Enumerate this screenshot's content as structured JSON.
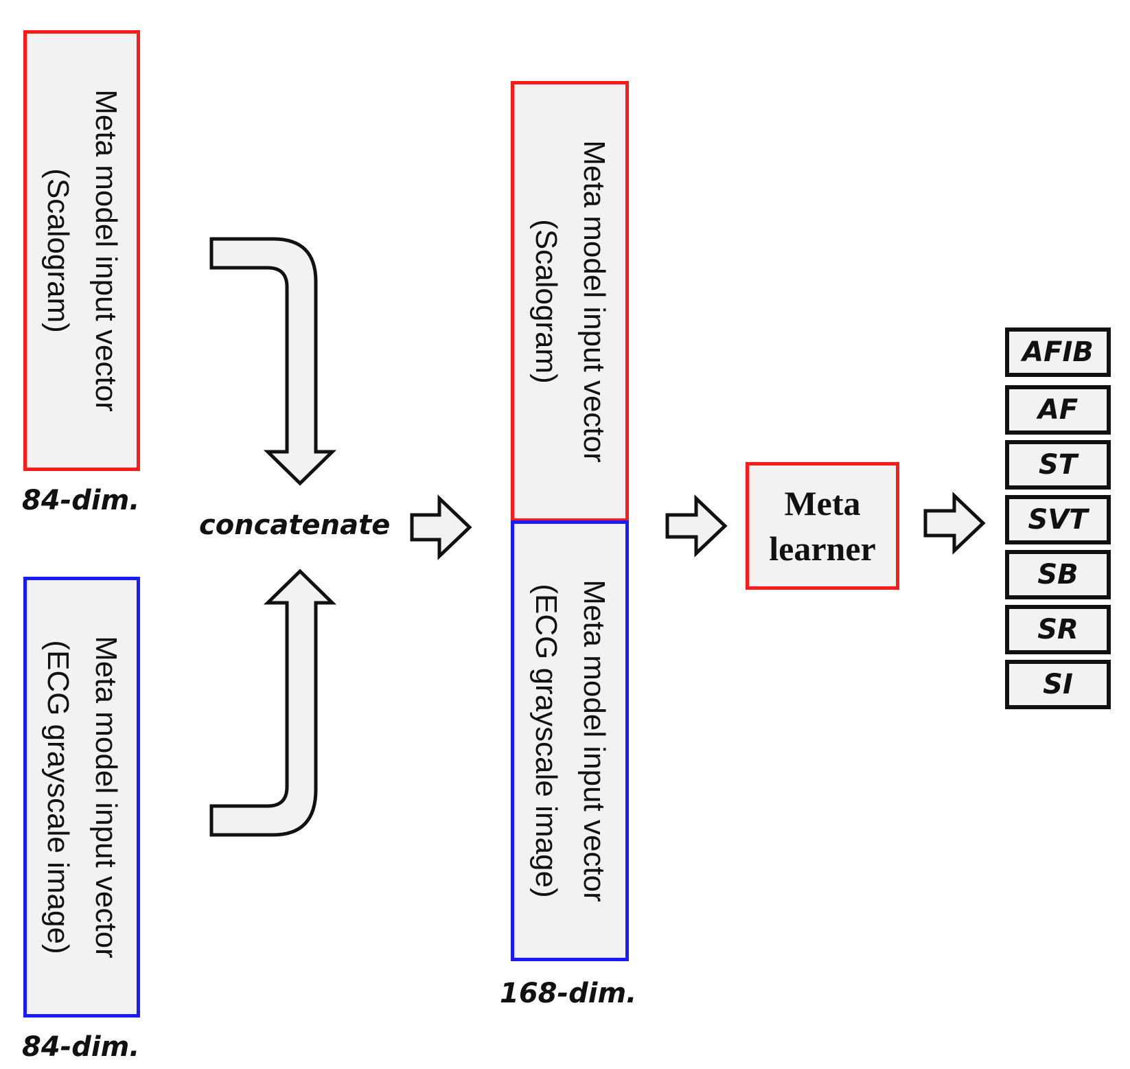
{
  "inputs": {
    "scalogram": {
      "line1": "Meta model input vector",
      "line2": "(Scalogram)",
      "dim": "84-dim."
    },
    "ecg": {
      "line1": "Meta model input vector",
      "line2": "(ECG grayscale image)",
      "dim": "84-dim."
    }
  },
  "concatenate_label": "concatenate",
  "combined": {
    "scalogram": {
      "line1": "Meta model input vector",
      "line2": "(Scalogram)"
    },
    "ecg": {
      "line1": "Meta model input vector",
      "line2": "(ECG grayscale image)"
    },
    "dim": "168-dim."
  },
  "meta_learner": {
    "line1": "Meta",
    "line2": "learner"
  },
  "classes": [
    "AFIB",
    "AF",
    "ST",
    "SVT",
    "SB",
    "SR",
    "SI"
  ],
  "colors": {
    "scalogram_border": "#ff1a1a",
    "ecg_border": "#1a1aff",
    "box_fill": "#f2f2f2"
  }
}
